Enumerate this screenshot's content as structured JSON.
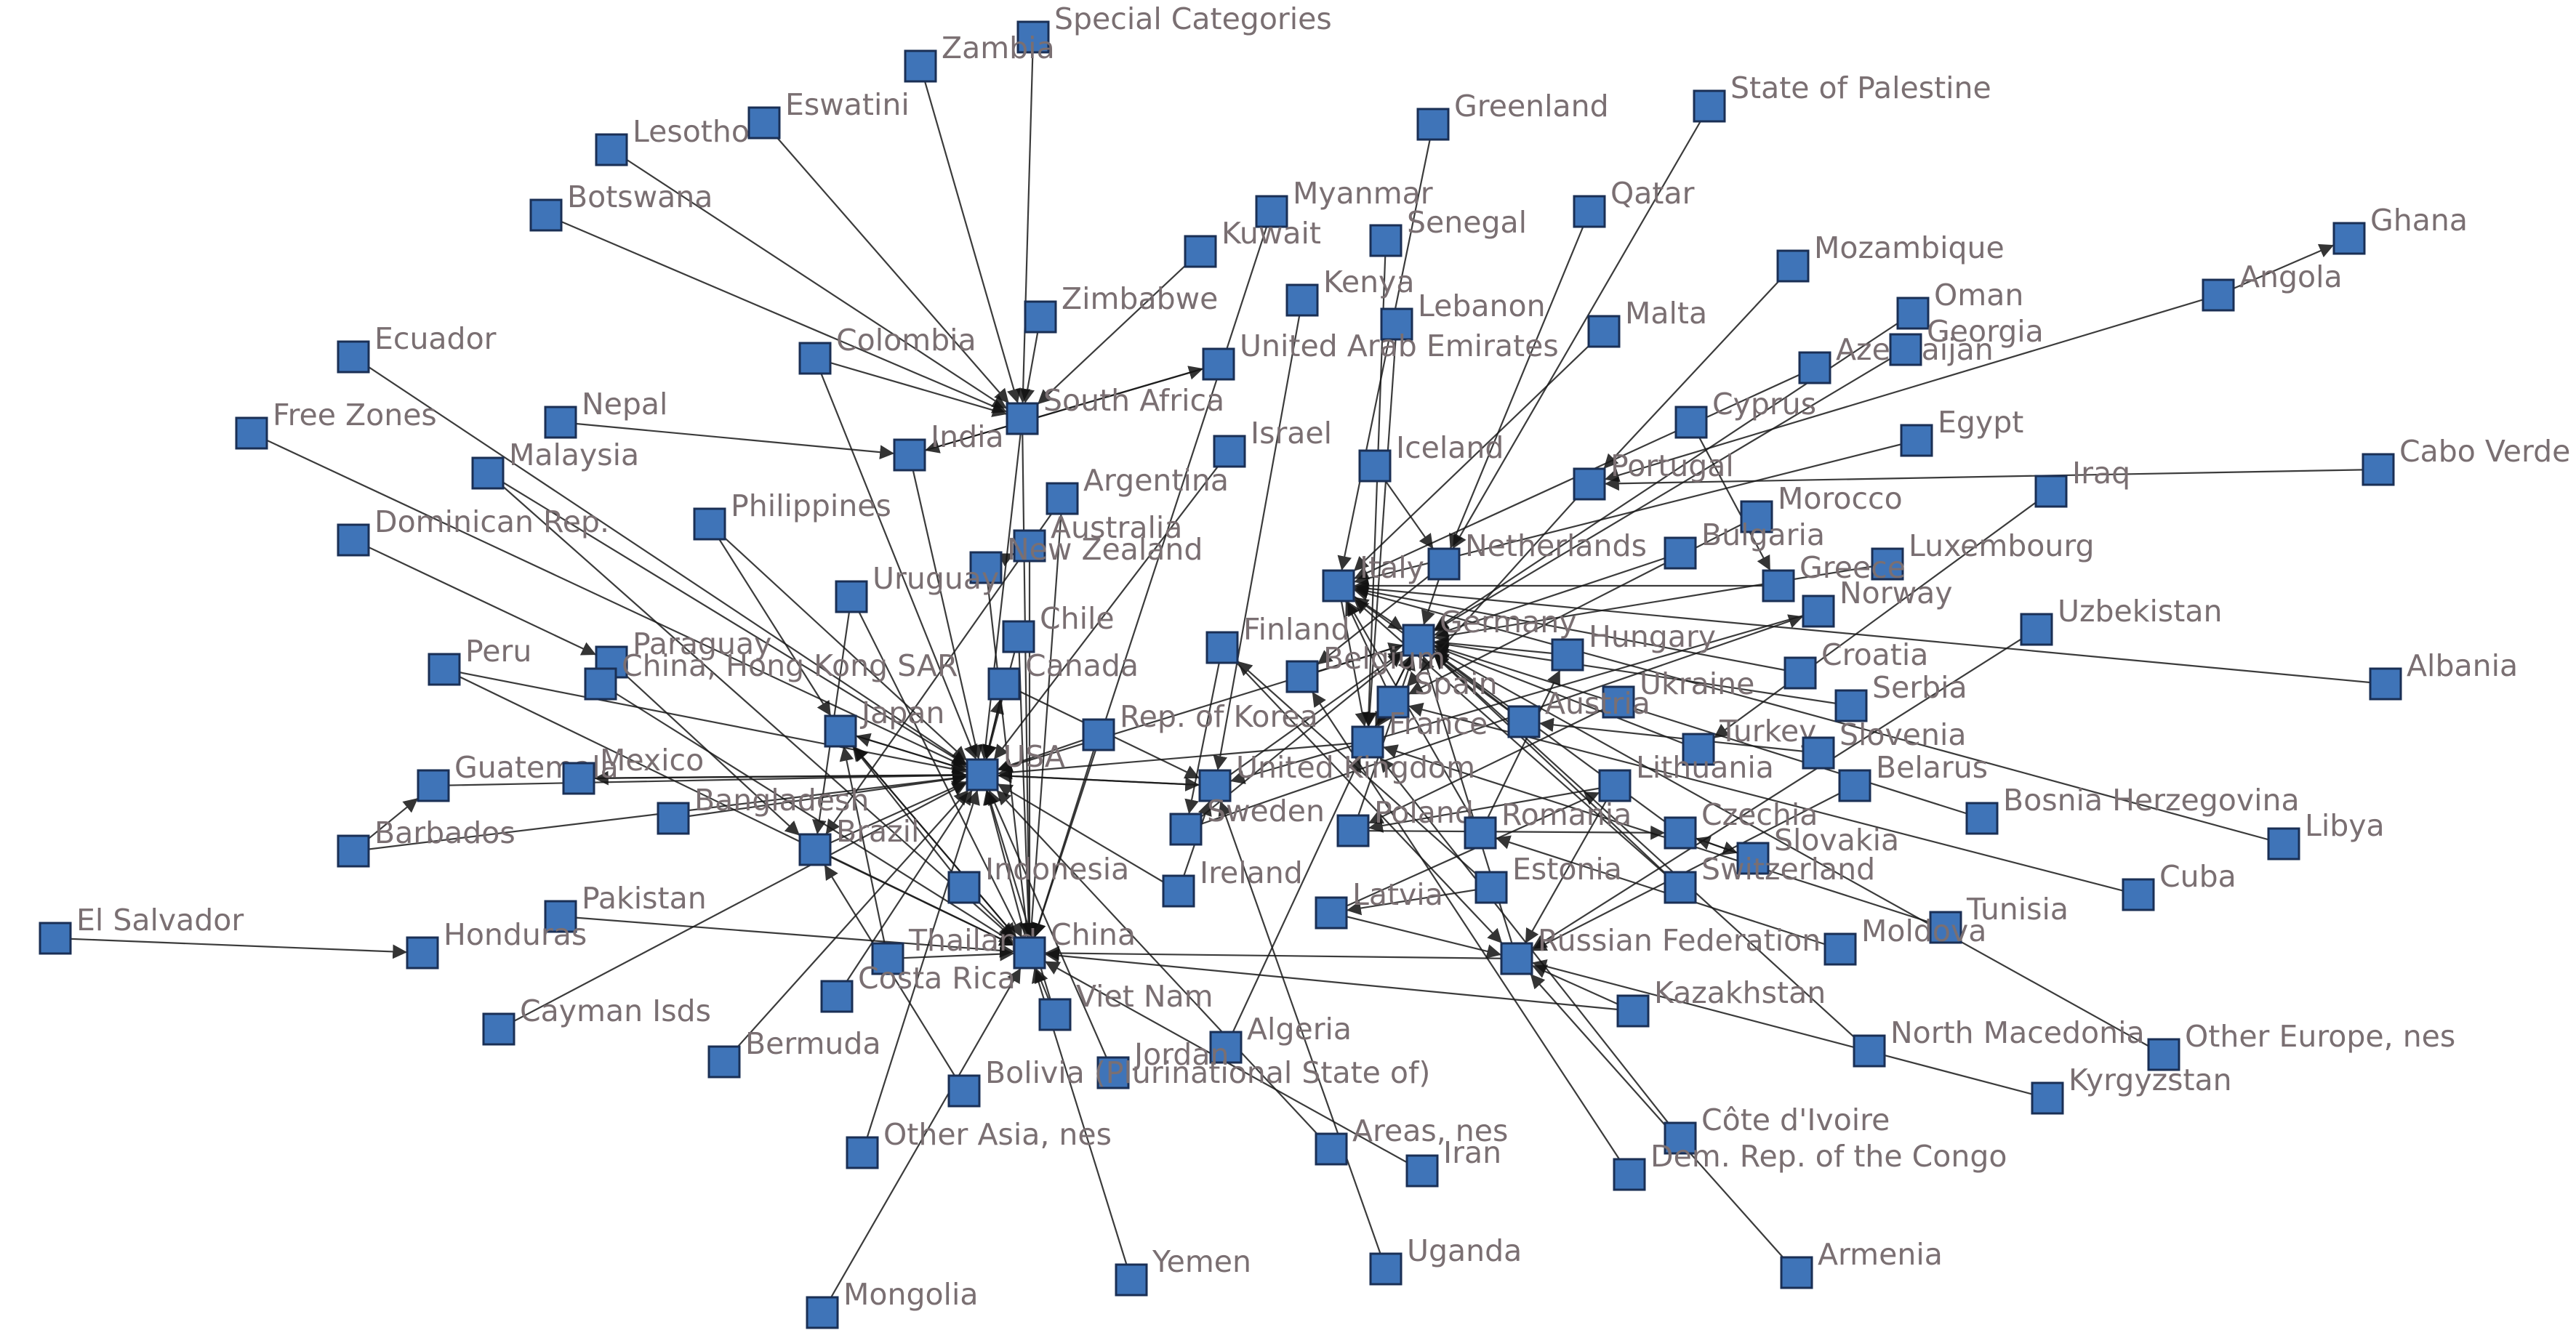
{
  "diagram": {
    "type": "directed-network",
    "node_color": "#3F74B8",
    "node_border_color": "#1A2F55",
    "edge_color": "#1A1A1A",
    "label_color": "#7A6F72",
    "nodes": [
      {
        "id": "special_categories",
        "label": "Special Categories"
      },
      {
        "id": "zambia",
        "label": "Zambia"
      },
      {
        "id": "eswatini",
        "label": "Eswatini"
      },
      {
        "id": "lesotho",
        "label": "Lesotho"
      },
      {
        "id": "botswana",
        "label": "Botswana"
      },
      {
        "id": "greenland",
        "label": "Greenland"
      },
      {
        "id": "state_of_palestine",
        "label": "State of Palestine"
      },
      {
        "id": "myanmar",
        "label": "Myanmar"
      },
      {
        "id": "qatar",
        "label": "Qatar"
      },
      {
        "id": "kuwait",
        "label": "Kuwait"
      },
      {
        "id": "senegal",
        "label": "Senegal"
      },
      {
        "id": "ghana",
        "label": "Ghana"
      },
      {
        "id": "mozambique",
        "label": "Mozambique"
      },
      {
        "id": "kenya",
        "label": "Kenya"
      },
      {
        "id": "zimbabwe",
        "label": "Zimbabwe"
      },
      {
        "id": "lebanon",
        "label": "Lebanon"
      },
      {
        "id": "malta",
        "label": "Malta"
      },
      {
        "id": "oman",
        "label": "Oman"
      },
      {
        "id": "angola",
        "label": "Angola"
      },
      {
        "id": "ecuador",
        "label": "Ecuador"
      },
      {
        "id": "colombia",
        "label": "Colombia"
      },
      {
        "id": "uae",
        "label": "United Arab Emirates"
      },
      {
        "id": "azerbaijan",
        "label": "Azerbaijan"
      },
      {
        "id": "georgia",
        "label": "Georgia"
      },
      {
        "id": "nepal",
        "label": "Nepal"
      },
      {
        "id": "south_africa",
        "label": "South Africa"
      },
      {
        "id": "cyprus",
        "label": "Cyprus"
      },
      {
        "id": "free_zones",
        "label": "Free Zones"
      },
      {
        "id": "india",
        "label": "India"
      },
      {
        "id": "israel",
        "label": "Israel"
      },
      {
        "id": "iceland",
        "label": "Iceland"
      },
      {
        "id": "egypt",
        "label": "Egypt"
      },
      {
        "id": "malaysia",
        "label": "Malaysia"
      },
      {
        "id": "cabo_verde",
        "label": "Cabo Verde"
      },
      {
        "id": "portugal",
        "label": "Portugal"
      },
      {
        "id": "iraq",
        "label": "Iraq"
      },
      {
        "id": "argentina",
        "label": "Argentina"
      },
      {
        "id": "philippines",
        "label": "Philippines"
      },
      {
        "id": "morocco",
        "label": "Morocco"
      },
      {
        "id": "dominican_rep",
        "label": "Dominican Rep."
      },
      {
        "id": "australia",
        "label": "Australia"
      },
      {
        "id": "netherlands",
        "label": "Netherlands"
      },
      {
        "id": "bulgaria",
        "label": "Bulgaria"
      },
      {
        "id": "luxembourg",
        "label": "Luxembourg"
      },
      {
        "id": "new_zealand",
        "label": "New Zealand"
      },
      {
        "id": "italy",
        "label": "Italy"
      },
      {
        "id": "uruguay",
        "label": "Uruguay"
      },
      {
        "id": "greece",
        "label": "Greece"
      },
      {
        "id": "norway",
        "label": "Norway"
      },
      {
        "id": "uzbekistan",
        "label": "Uzbekistan"
      },
      {
        "id": "chile",
        "label": "Chile"
      },
      {
        "id": "finland",
        "label": "Finland"
      },
      {
        "id": "germany",
        "label": "Germany"
      },
      {
        "id": "hungary",
        "label": "Hungary"
      },
      {
        "id": "paraguay",
        "label": "Paraguay"
      },
      {
        "id": "peru",
        "label": "Peru"
      },
      {
        "id": "croatia",
        "label": "Croatia"
      },
      {
        "id": "albania",
        "label": "Albania"
      },
      {
        "id": "hong_kong",
        "label": "China, Hong Kong SAR"
      },
      {
        "id": "canada",
        "label": "Canada"
      },
      {
        "id": "belgium",
        "label": "Belgium"
      },
      {
        "id": "spain",
        "label": "Spain"
      },
      {
        "id": "ukraine",
        "label": "Ukraine"
      },
      {
        "id": "serbia",
        "label": "Serbia"
      },
      {
        "id": "austria",
        "label": "Austria"
      },
      {
        "id": "japan",
        "label": "Japan"
      },
      {
        "id": "korea",
        "label": "Rep. of Korea"
      },
      {
        "id": "france",
        "label": "France"
      },
      {
        "id": "turkey",
        "label": "Turkey"
      },
      {
        "id": "slovenia",
        "label": "Slovenia"
      },
      {
        "id": "usa",
        "label": "USA"
      },
      {
        "id": "guatemala",
        "label": "Guatemala"
      },
      {
        "id": "mexico",
        "label": "Mexico"
      },
      {
        "id": "uk",
        "label": "United Kingdom"
      },
      {
        "id": "lithuania",
        "label": "Lithuania"
      },
      {
        "id": "belarus",
        "label": "Belarus"
      },
      {
        "id": "bangladesh",
        "label": "Bangladesh"
      },
      {
        "id": "bosnia",
        "label": "Bosnia Herzegovina"
      },
      {
        "id": "sweden",
        "label": "Sweden"
      },
      {
        "id": "poland",
        "label": "Poland"
      },
      {
        "id": "romania",
        "label": "Romania"
      },
      {
        "id": "czechia",
        "label": "Czechia"
      },
      {
        "id": "libya",
        "label": "Libya"
      },
      {
        "id": "barbados",
        "label": "Barbados"
      },
      {
        "id": "brazil",
        "label": "Brazil"
      },
      {
        "id": "slovakia",
        "label": "Slovakia"
      },
      {
        "id": "indonesia",
        "label": "Indonesia"
      },
      {
        "id": "ireland",
        "label": "Ireland"
      },
      {
        "id": "estonia",
        "label": "Estonia"
      },
      {
        "id": "switzerland",
        "label": "Switzerland"
      },
      {
        "id": "cuba",
        "label": "Cuba"
      },
      {
        "id": "latvia",
        "label": "Latvia"
      },
      {
        "id": "pakistan",
        "label": "Pakistan"
      },
      {
        "id": "tunisia",
        "label": "Tunisia"
      },
      {
        "id": "el_salvador",
        "label": "El Salvador"
      },
      {
        "id": "honduras",
        "label": "Honduras"
      },
      {
        "id": "thailand",
        "label": "Thailand"
      },
      {
        "id": "china",
        "label": "China"
      },
      {
        "id": "russia",
        "label": "Russian Federation"
      },
      {
        "id": "moldova",
        "label": "Moldova"
      },
      {
        "id": "costa_rica",
        "label": "Costa Rica"
      },
      {
        "id": "viet_nam",
        "label": "Viet Nam"
      },
      {
        "id": "kazakhstan",
        "label": "Kazakhstan"
      },
      {
        "id": "cayman",
        "label": "Cayman Isds"
      },
      {
        "id": "algeria",
        "label": "Algeria"
      },
      {
        "id": "north_macedonia",
        "label": "North Macedonia"
      },
      {
        "id": "other_europe",
        "label": "Other Europe, nes"
      },
      {
        "id": "bermuda",
        "label": "Bermuda"
      },
      {
        "id": "jordan",
        "label": "Jordan"
      },
      {
        "id": "bolivia",
        "label": "Bolivia (Plurinational State of)"
      },
      {
        "id": "kyrgyzstan",
        "label": "Kyrgyzstan"
      },
      {
        "id": "cote_divoire",
        "label": "Côte d'Ivoire"
      },
      {
        "id": "other_asia",
        "label": "Other Asia, nes"
      },
      {
        "id": "areas_nes",
        "label": "Areas, nes"
      },
      {
        "id": "iran",
        "label": "Iran"
      },
      {
        "id": "dr_congo",
        "label": "Dem. Rep. of the Congo"
      },
      {
        "id": "uganda",
        "label": "Uganda"
      },
      {
        "id": "armenia",
        "label": "Armenia"
      },
      {
        "id": "yemen",
        "label": "Yemen"
      },
      {
        "id": "mongolia",
        "label": "Mongolia"
      }
    ],
    "edges": [
      [
        "zambia",
        "south_africa"
      ],
      [
        "eswatini",
        "south_africa"
      ],
      [
        "lesotho",
        "south_africa"
      ],
      [
        "botswana",
        "south_africa"
      ],
      [
        "zimbabwe",
        "south_africa"
      ],
      [
        "special_categories",
        "south_africa"
      ],
      [
        "colombia",
        "south_africa"
      ],
      [
        "kuwait",
        "south_africa"
      ],
      [
        "myanmar",
        "china"
      ],
      [
        "senegal",
        "france"
      ],
      [
        "greenland",
        "italy"
      ],
      [
        "state_of_palestine",
        "netherlands"
      ],
      [
        "qatar",
        "netherlands"
      ],
      [
        "mozambique",
        "portugal"
      ],
      [
        "malta",
        "italy"
      ],
      [
        "oman",
        "germany"
      ],
      [
        "georgia",
        "germany"
      ],
      [
        "azerbaijan",
        "italy"
      ],
      [
        "angola",
        "ghana"
      ],
      [
        "angola",
        "portugal"
      ],
      [
        "ecuador",
        "usa"
      ],
      [
        "nepal",
        "india"
      ],
      [
        "free_zones",
        "usa"
      ],
      [
        "malaysia",
        "usa"
      ],
      [
        "philippines",
        "usa"
      ],
      [
        "dominican_rep",
        "paraguay"
      ],
      [
        "peru",
        "usa"
      ],
      [
        "mexico",
        "usa"
      ],
      [
        "guatemala",
        "usa"
      ],
      [
        "el_salvador",
        "honduras"
      ],
      [
        "barbados",
        "guatemala"
      ],
      [
        "barbados",
        "usa"
      ],
      [
        "bangladesh",
        "usa"
      ],
      [
        "pakistan",
        "china"
      ],
      [
        "cayman",
        "usa"
      ],
      [
        "bermuda",
        "usa"
      ],
      [
        "other_asia",
        "usa"
      ],
      [
        "mongolia",
        "china"
      ],
      [
        "yemen",
        "china"
      ],
      [
        "uganda",
        "uk"
      ],
      [
        "iran",
        "china"
      ],
      [
        "armenia",
        "russia"
      ],
      [
        "dr_congo",
        "belgium"
      ],
      [
        "cote_divoire",
        "france"
      ],
      [
        "kyrgyzstan",
        "russia"
      ],
      [
        "north_macedonia",
        "germany"
      ],
      [
        "other_europe",
        "germany"
      ],
      [
        "libya",
        "italy"
      ],
      [
        "cuba",
        "spain"
      ],
      [
        "bosnia",
        "germany"
      ],
      [
        "tunisia",
        "france"
      ],
      [
        "albania",
        "italy"
      ],
      [
        "uzbekistan",
        "russia"
      ],
      [
        "cabo_verde",
        "portugal"
      ],
      [
        "iraq",
        "turkey"
      ],
      [
        "luxembourg",
        "germany"
      ],
      [
        "egypt",
        "italy"
      ],
      [
        "cyprus",
        "greece"
      ],
      [
        "iceland",
        "netherlands"
      ],
      [
        "israel",
        "usa"
      ],
      [
        "lebanon",
        "france"
      ],
      [
        "kenya",
        "uk"
      ],
      [
        "uae",
        "india"
      ],
      [
        "india",
        "usa"
      ],
      [
        "argentina",
        "brazil"
      ],
      [
        "australia",
        "china"
      ],
      [
        "new_zealand",
        "china"
      ],
      [
        "uruguay",
        "brazil"
      ],
      [
        "chile",
        "china"
      ],
      [
        "canada",
        "usa"
      ],
      [
        "japan",
        "usa"
      ],
      [
        "korea",
        "china"
      ],
      [
        "hong_kong",
        "china"
      ],
      [
        "paraguay",
        "brazil"
      ],
      [
        "brazil",
        "usa"
      ],
      [
        "indonesia",
        "china"
      ],
      [
        "thailand",
        "china"
      ],
      [
        "viet_nam",
        "china"
      ],
      [
        "costa_rica",
        "usa"
      ],
      [
        "bolivia",
        "brazil"
      ],
      [
        "jordan",
        "usa"
      ],
      [
        "algeria",
        "france"
      ],
      [
        "areas_nes",
        "usa"
      ],
      [
        "china",
        "usa"
      ],
      [
        "usa",
        "canada"
      ],
      [
        "usa",
        "uk"
      ],
      [
        "uk",
        "germany"
      ],
      [
        "germany",
        "france"
      ],
      [
        "france",
        "germany"
      ],
      [
        "italy",
        "germany"
      ],
      [
        "spain",
        "france"
      ],
      [
        "netherlands",
        "germany"
      ],
      [
        "belgium",
        "germany"
      ],
      [
        "austria",
        "germany"
      ],
      [
        "poland",
        "germany"
      ],
      [
        "czechia",
        "germany"
      ],
      [
        "slovakia",
        "czechia"
      ],
      [
        "hungary",
        "germany"
      ],
      [
        "romania",
        "italy"
      ],
      [
        "bulgaria",
        "germany"
      ],
      [
        "croatia",
        "italy"
      ],
      [
        "slovenia",
        "austria"
      ],
      [
        "serbia",
        "germany"
      ],
      [
        "ukraine",
        "poland"
      ],
      [
        "belarus",
        "russia"
      ],
      [
        "lithuania",
        "russia"
      ],
      [
        "latvia",
        "russia"
      ],
      [
        "estonia",
        "finland"
      ],
      [
        "finland",
        "sweden"
      ],
      [
        "sweden",
        "norway"
      ],
      [
        "norway",
        "uk"
      ],
      [
        "ireland",
        "uk"
      ],
      [
        "switzerland",
        "germany"
      ],
      [
        "turkey",
        "germany"
      ],
      [
        "greece",
        "italy"
      ],
      [
        "portugal",
        "spain"
      ],
      [
        "moldova",
        "romania"
      ],
      [
        "kazakhstan",
        "russia"
      ],
      [
        "russia",
        "china"
      ],
      [
        "morocco",
        "spain"
      ],
      [
        "south_africa",
        "china"
      ],
      [
        "south_africa",
        "usa"
      ],
      [
        "india",
        "uae"
      ],
      [
        "germany",
        "usa"
      ],
      [
        "japan",
        "china"
      ],
      [
        "usa",
        "japan"
      ],
      [
        "usa",
        "mexico"
      ],
      [
        "brazil",
        "china"
      ],
      [
        "china",
        "japan"
      ],
      [
        "uk",
        "usa"
      ],
      [
        "france",
        "usa"
      ],
      [
        "italy",
        "france"
      ],
      [
        "canada",
        "uk"
      ],
      [
        "russia",
        "germany"
      ],
      [
        "kazakhstan",
        "china"
      ],
      [
        "estonia",
        "latvia"
      ],
      [
        "latvia",
        "lithuania"
      ],
      [
        "switzerland",
        "italy"
      ],
      [
        "netherlands",
        "belgium"
      ],
      [
        "spain",
        "italy"
      ],
      [
        "poland",
        "czechia"
      ],
      [
        "romania",
        "hungary"
      ],
      [
        "ireland",
        "usa"
      ],
      [
        "sweden",
        "germany"
      ],
      [
        "finland",
        "russia"
      ],
      [
        "lithuania",
        "poland"
      ],
      [
        "czechia",
        "slovakia"
      ],
      [
        "austria",
        "italy"
      ],
      [
        "korea",
        "usa"
      ],
      [
        "indonesia",
        "japan"
      ],
      [
        "viet_nam",
        "usa"
      ],
      [
        "thailand",
        "japan"
      ],
      [
        "philippines",
        "japan"
      ],
      [
        "malaysia",
        "china"
      ],
      [
        "chile",
        "usa"
      ],
      [
        "uruguay",
        "china"
      ],
      [
        "new_zealand",
        "australia"
      ],
      [
        "argentina",
        "china"
      ],
      [
        "peru",
        "china"
      ],
      [
        "colombia",
        "usa"
      ]
    ]
  }
}
